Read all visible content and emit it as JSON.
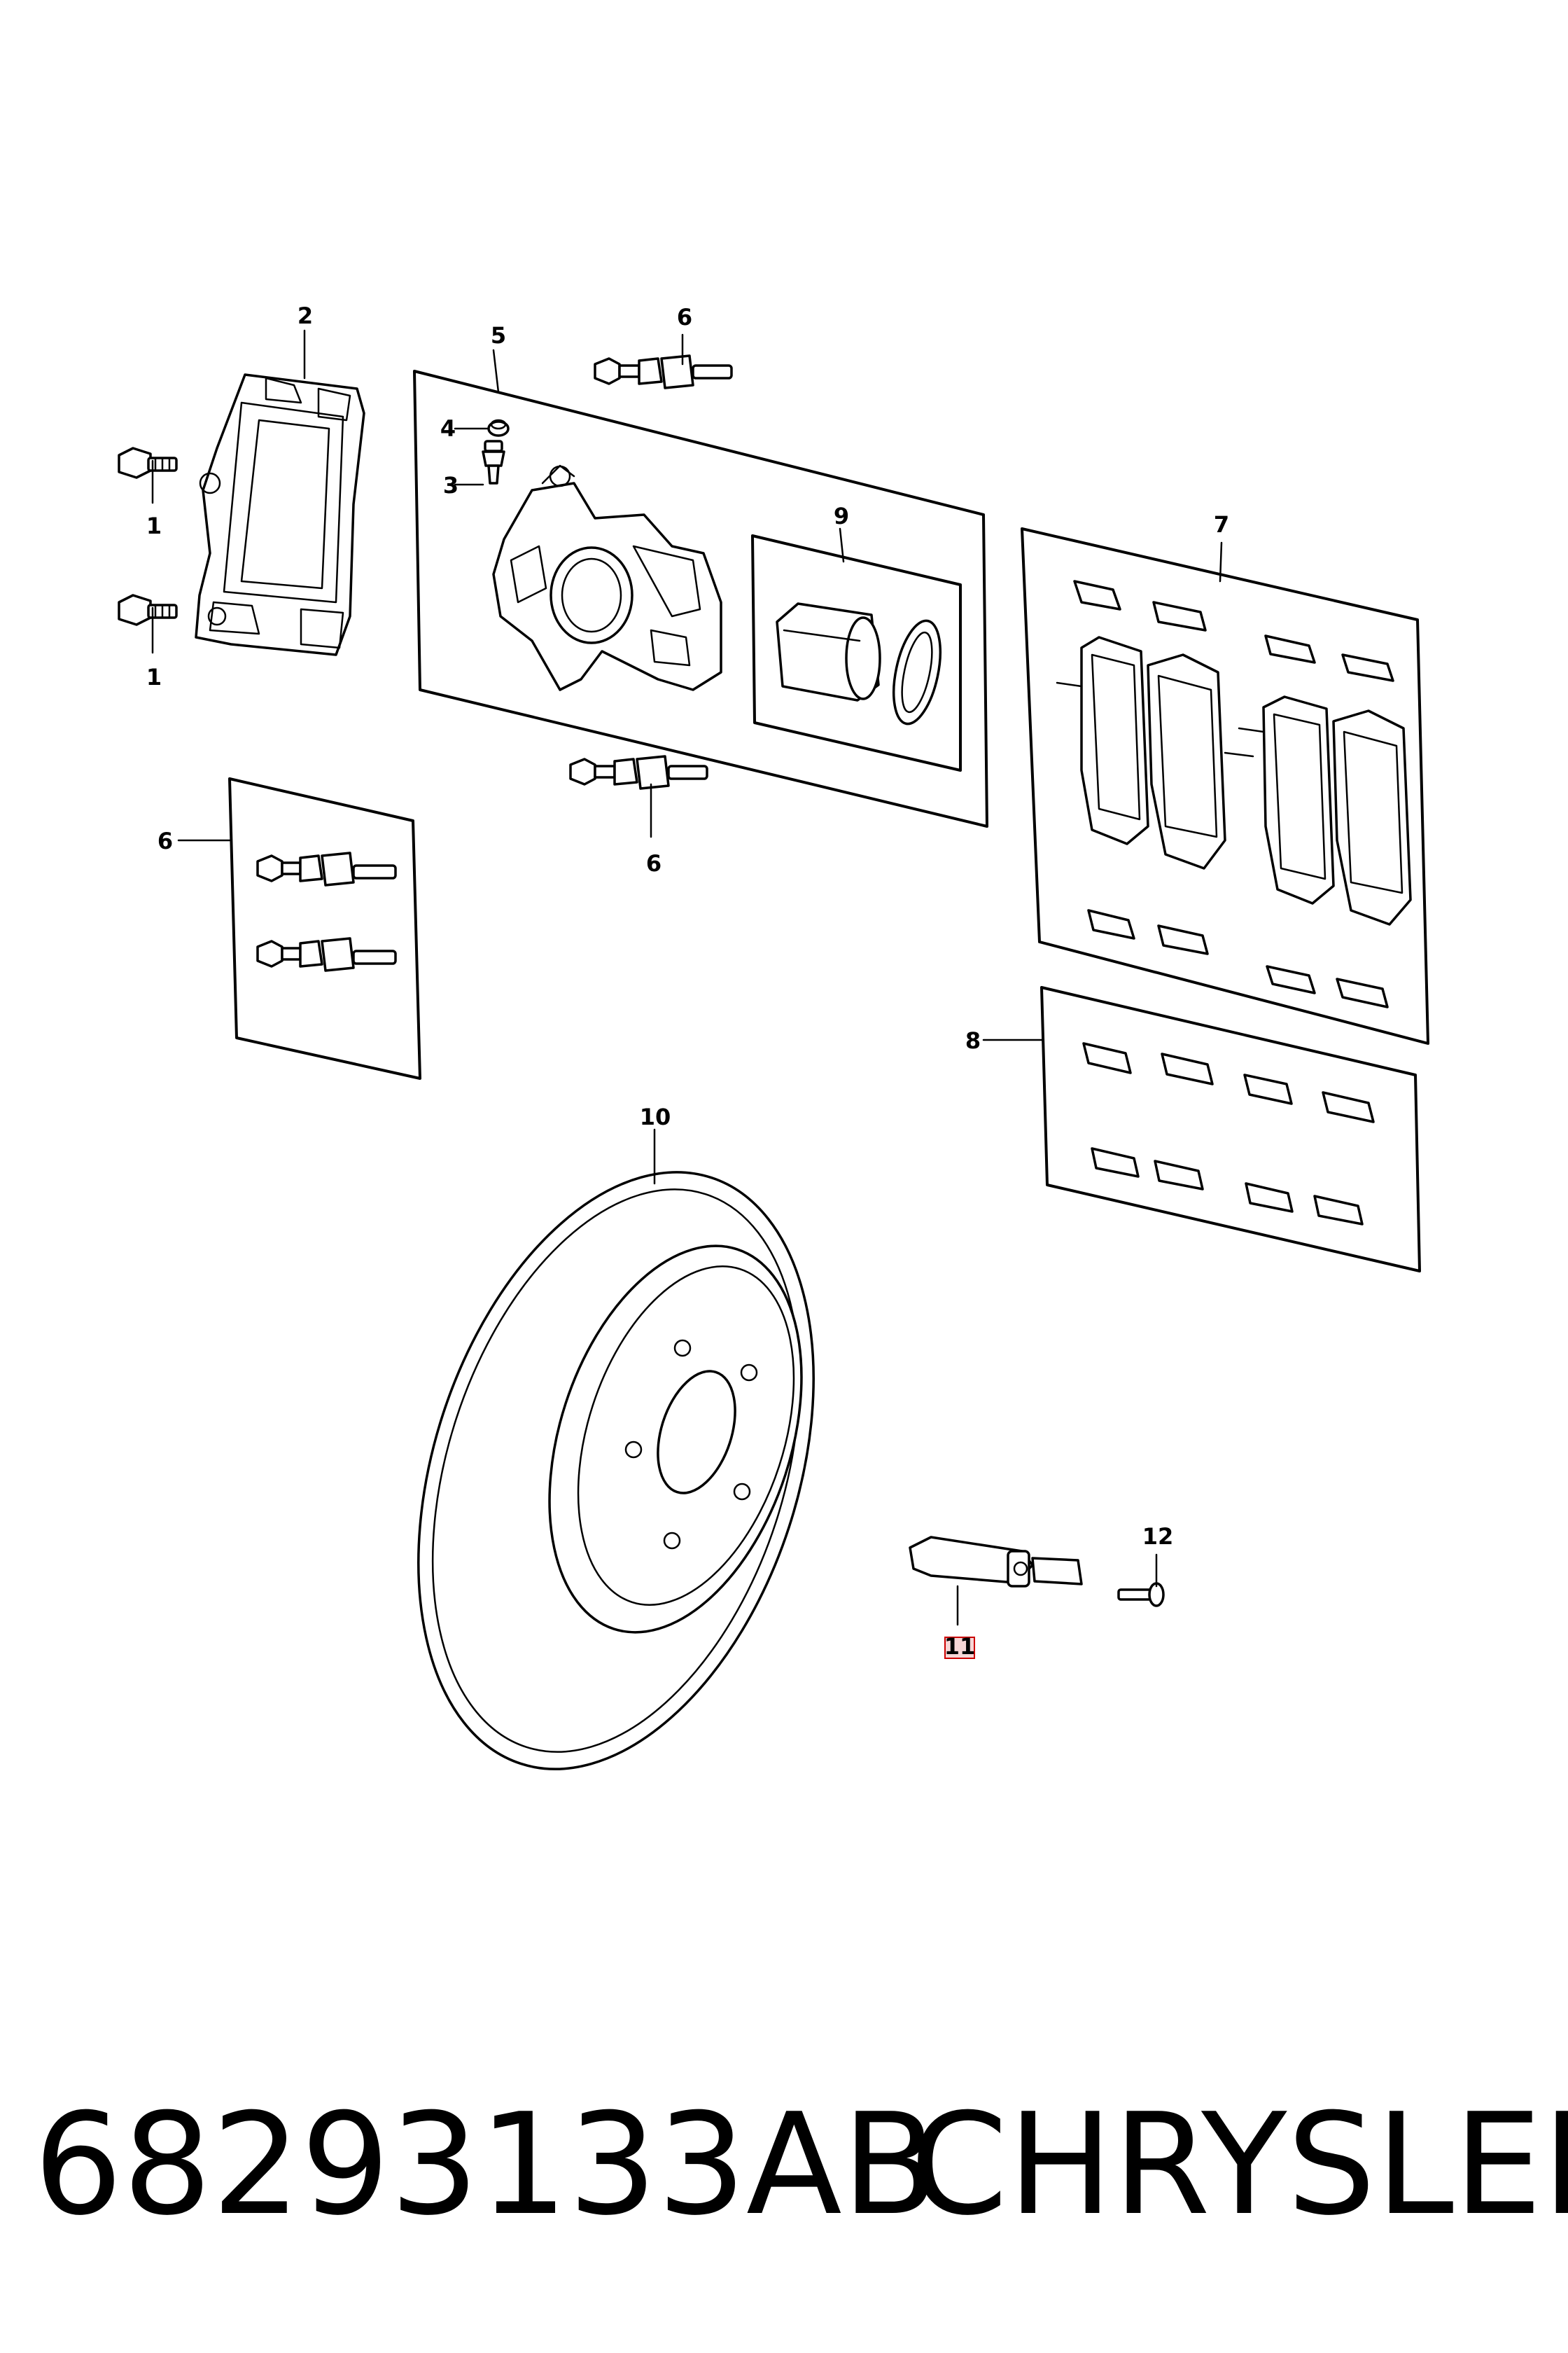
{
  "callouts": {
    "c1a": "1",
    "c1b": "1",
    "c2": "2",
    "c3": "3",
    "c4": "4",
    "c5": "5",
    "c6a": "6",
    "c6b": "6",
    "c6c": "6",
    "c7": "7",
    "c8": "8",
    "c9": "9",
    "c10": "10",
    "c11": "11",
    "c12": "12"
  },
  "footer": {
    "part_number": "68293133AB",
    "brand": "CHRYSLER"
  },
  "highlight_color": "#cc0000"
}
